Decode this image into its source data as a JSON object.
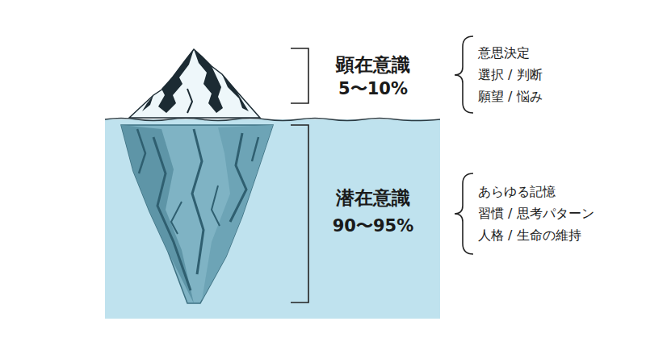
{
  "diagram": {
    "labels": [
      "顕在意識",
      "5〜10%",
      "意思決定",
      "選択 / 判断",
      "願望 / 悩み",
      "潜在意識",
      "90〜95%",
      "あらゆる記憶",
      "習慣 / 思考パターン",
      "人格 / 生命の維持"
    ]
  }
}
